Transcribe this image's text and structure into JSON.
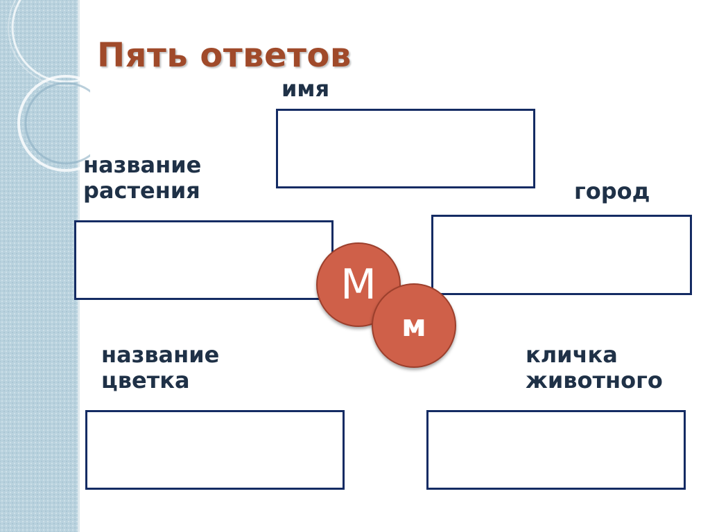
{
  "title": "Пять ответов",
  "prompts": {
    "name": "имя",
    "plant": [
      "название",
      "растения"
    ],
    "city": "город",
    "flower": [
      "название",
      "цветка"
    ],
    "pet": [
      "кличка",
      "животного"
    ]
  },
  "letters": {
    "upper": "М",
    "lower": "м"
  },
  "colors": {
    "title": "#a04a2a",
    "label": "#1f3147",
    "box_border": "#142b63",
    "circle_fill": "#cf6049",
    "side_band": "#b9d2de"
  }
}
